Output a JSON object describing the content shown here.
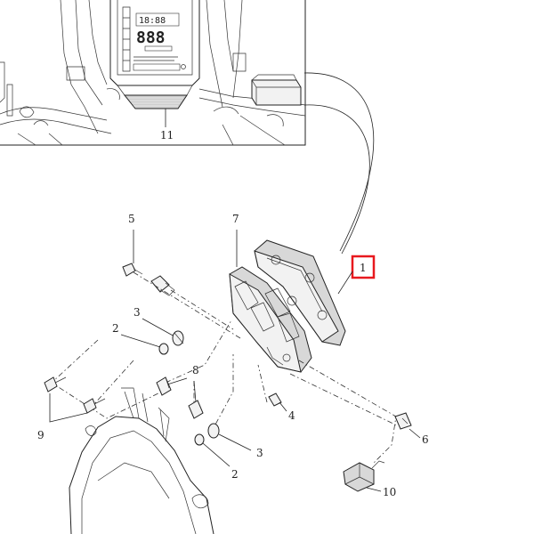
{
  "callouts": {
    "c1": "1",
    "c2a": "2",
    "c2b": "2",
    "c3a": "3",
    "c3b": "3",
    "c4": "4",
    "c5": "5",
    "c6": "6",
    "c7": "7",
    "c8": "8",
    "c9": "9",
    "c10": "10",
    "c11": "11"
  },
  "dash_readout": {
    "time": "18:88",
    "speed": "888"
  },
  "colors": {
    "highlight": "#e8191e",
    "ink": "#222222"
  },
  "icons": [
    "bolt-icon",
    "grommet-icon",
    "collar-icon",
    "bracket-icon",
    "clip-icon",
    "connector-icon"
  ]
}
